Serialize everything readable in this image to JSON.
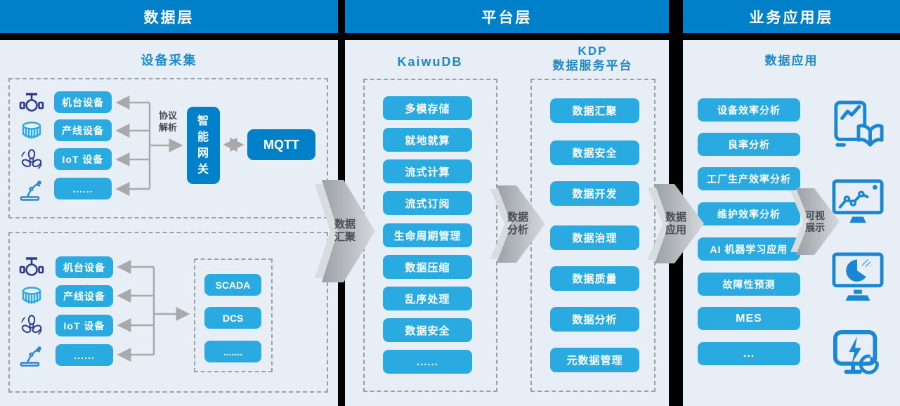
{
  "headers": {
    "data_layer": "数据层",
    "platform_layer": "平台层",
    "business_layer": "业务应用层"
  },
  "data_layer": {
    "section_title": "设备采集",
    "top_group": {
      "devices": [
        "机台设备",
        "产线设备",
        "IoT 设备",
        "......"
      ],
      "protocol_label": "协议\n解析",
      "gateway_label": "智能网关",
      "mqtt_label": "MQTT"
    },
    "bottom_group": {
      "devices": [
        "机台设备",
        "产线设备",
        "IoT 设备",
        "......"
      ],
      "systems": [
        "SCADA",
        "DCS",
        "......."
      ]
    },
    "device_icons": [
      "valve-icon",
      "tank-icon",
      "fan-icon",
      "robot-arm-icon"
    ]
  },
  "platform_layer": {
    "kaiwudb": {
      "title": "KaiwuDB",
      "items": [
        "多模存储",
        "就地就算",
        "流式计算",
        "流式订阅",
        "生命周期管理",
        "数据压缩",
        "乱序处理",
        "数据安全",
        "......"
      ]
    },
    "kdp": {
      "title": "KDP\n数据服务平台",
      "items": [
        "数据汇聚",
        "数据安全",
        "数据开发",
        "数据治理",
        "数据质量",
        "数据分析",
        "元数据管理"
      ]
    }
  },
  "business_layer": {
    "section_title": "数据应用",
    "apps": [
      "设备效率分析",
      "良率分析",
      "工厂生产效率分析",
      "维护效率分析",
      "AI 机器学习应用",
      "故障性预测",
      "MES",
      "..."
    ],
    "app_icons": [
      "report-analytics-icon",
      "monitor-trend-chart-icon",
      "monitor-pie-chart-icon",
      "monitor-energy-icon"
    ]
  },
  "flow_labels": {
    "aggregate": "数据\n汇聚",
    "analyze": "数据\n分析",
    "apply": "数据\n应用",
    "visualize": "可视\n展示"
  },
  "colors": {
    "header_blue": "#0080c8",
    "item_cyan": "#29abe2",
    "deep_blue": "#0080c8",
    "panel_bg": "#e7eef6",
    "section_title_blue": "#1e88c9",
    "connector_gray": "#a9a9a9",
    "flow_label_gray": "#4a4e53"
  }
}
